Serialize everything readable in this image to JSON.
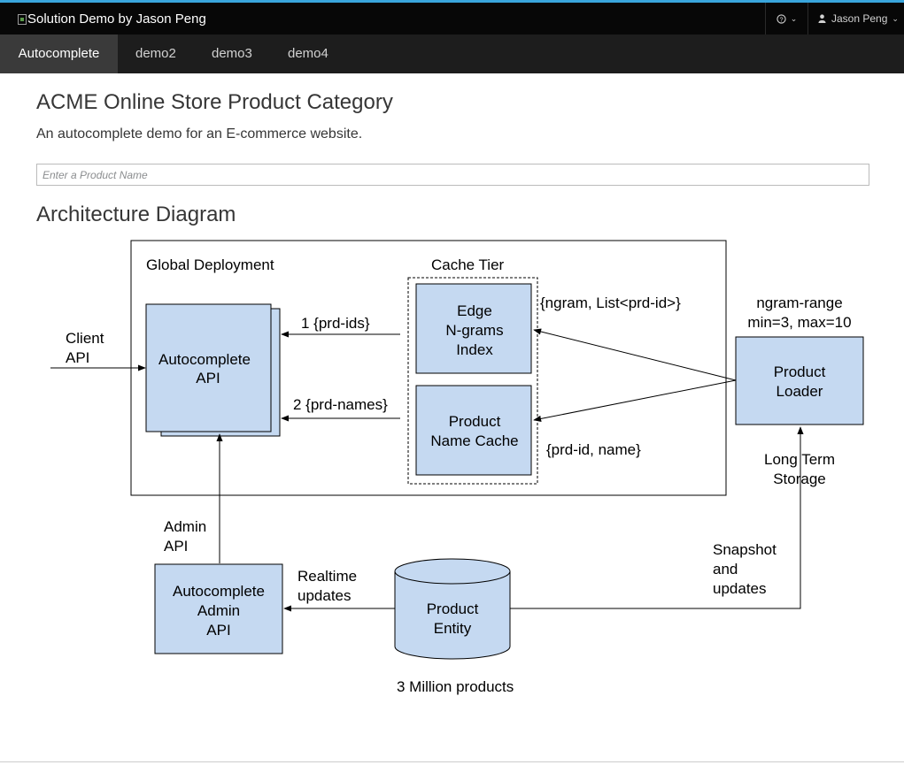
{
  "brand": {
    "title": "Solution Demo by Jason Peng"
  },
  "utility": {
    "help_icon": "question-circle-icon",
    "user_name": "Jason Peng",
    "user_icon": "user-icon"
  },
  "nav": {
    "tabs": [
      {
        "label": "Autocomplete",
        "active": true
      },
      {
        "label": "demo2"
      },
      {
        "label": "demo3"
      },
      {
        "label": "demo4"
      }
    ]
  },
  "main": {
    "title": "ACME Online Store Product Category",
    "subtitle": "An autocomplete demo for an E-commerce website.",
    "search_placeholder": "Enter a Product Name",
    "search_value": "",
    "arch_title": "Architecture Diagram"
  },
  "diagram": {
    "global_deployment": "Global Deployment",
    "cache_tier": "Cache Tier",
    "client_api": [
      "Client",
      "API"
    ],
    "autocomplete_api": [
      "Autocomplete",
      "API"
    ],
    "edge_index": [
      "Edge",
      "N-grams",
      "Index"
    ],
    "name_cache": [
      "Product",
      "Name Cache"
    ],
    "ngram_label": "{ngram, List<prd-id>}",
    "prd_label": "{prd-id, name}",
    "flow1": "1 {prd-ids}",
    "flow2": "2 {prd-names}",
    "ngram_range": [
      "ngram-range",
      "min=3, max=10"
    ],
    "product_loader": [
      "Product",
      "Loader"
    ],
    "long_term": [
      "Long Term",
      "Storage"
    ],
    "admin_api_label": [
      "Admin",
      "API"
    ],
    "admin_box": [
      "Autocomplete",
      "Admin",
      "API"
    ],
    "realtime": [
      "Realtime",
      "updates"
    ],
    "product_entity": [
      "Product",
      "Entity"
    ],
    "snapshot": [
      "Snapshot",
      "and",
      "updates"
    ],
    "products_count": "3 Million products"
  }
}
